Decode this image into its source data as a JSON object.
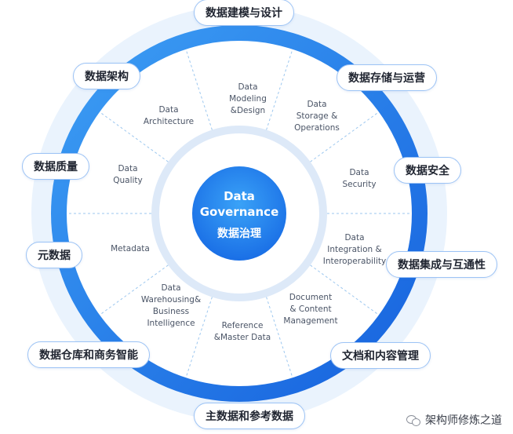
{
  "center": {
    "line1": "Data",
    "line2": "Governance",
    "line3": "数据治理"
  },
  "segments": [
    {
      "lines": [
        "Data",
        "Modeling",
        "&Design"
      ]
    },
    {
      "lines": [
        "Data",
        "Storage &",
        "Operations"
      ]
    },
    {
      "lines": [
        "Data",
        "Security"
      ]
    },
    {
      "lines": [
        "Data",
        "Integration &",
        "Interoperability"
      ]
    },
    {
      "lines": [
        "Document",
        "& Content",
        "Management"
      ]
    },
    {
      "lines": [
        "Reference",
        "&Master Data"
      ]
    },
    {
      "lines": [
        "Data",
        "Warehousing&",
        "Business",
        "Intelligence"
      ]
    },
    {
      "lines": [
        "Metadata"
      ]
    },
    {
      "lines": [
        "Data",
        "Quality"
      ]
    },
    {
      "lines": [
        "Data",
        "Architecture"
      ]
    }
  ],
  "labels": {
    "modeling": "数据建模与设计",
    "storage": "数据存储与运营",
    "security": "数据安全",
    "integration": "数据集成与互通性",
    "document": "文档和内容管理",
    "master": "主数据和参考数据",
    "warehouse": "数据仓库和商务智能",
    "metadata": "元数据",
    "quality": "数据质量",
    "architecture": "数据架构"
  },
  "watermark": "架构师修炼之道",
  "colors": {
    "ring_light": "#e3effc",
    "ring_blue": "#2b86f0",
    "ring_blue_dark": "#1a62e0",
    "segment_fill": "#ffffff",
    "center_fill": "#2a8cf2",
    "pill_border": "#9cc3f5"
  }
}
